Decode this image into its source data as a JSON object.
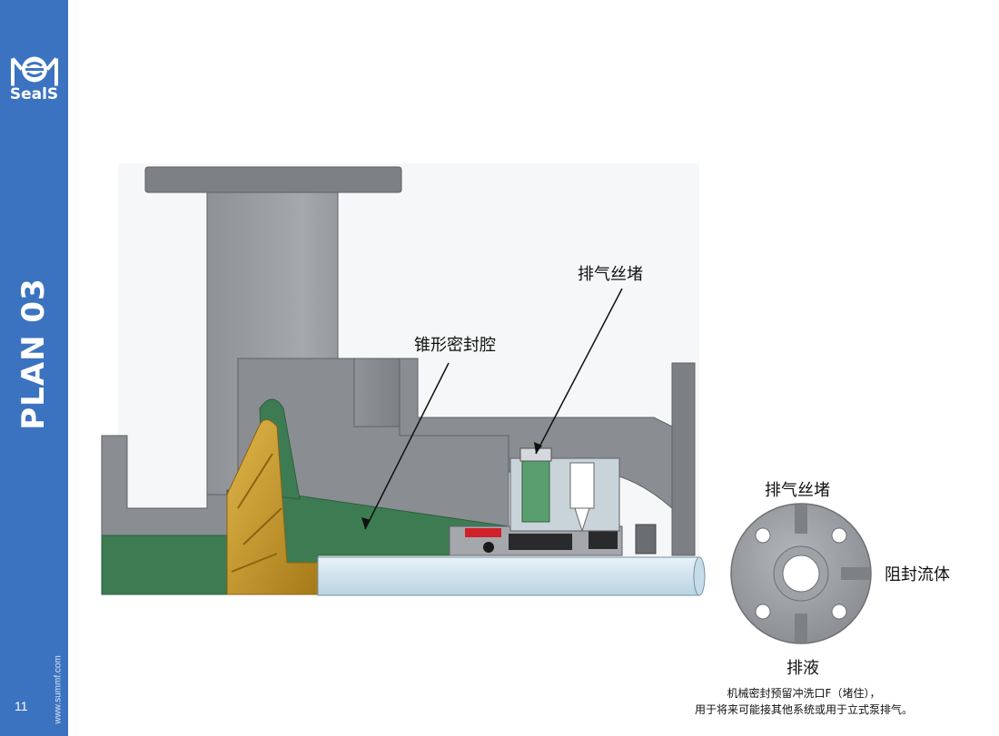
{
  "brand": {
    "logo_text": "SealS"
  },
  "sidebar": {
    "plan_title": "PLAN 03",
    "page_number": "11",
    "website": "www.summf.com"
  },
  "callouts": {
    "vent_plug": "排气丝堵",
    "tapered_chamber": "锥形密封腔"
  },
  "gland_view": {
    "top_label": "排气丝堵",
    "right_label": "阻封流体",
    "bottom_label": "排液"
  },
  "caption": {
    "line1": "机械密封预留冲洗口F（堵住），",
    "line2": "用于将来可能接其他系统或用于立式泵排气。"
  },
  "colors": {
    "sidebar_blue": "#3b73c0",
    "casing_gray": "#8a8d92",
    "chamber_green": "#3d7b52",
    "impeller_gold": "#c89a2a",
    "shaft_blue": "#cfe3ee",
    "seal_red": "#d0202a"
  }
}
